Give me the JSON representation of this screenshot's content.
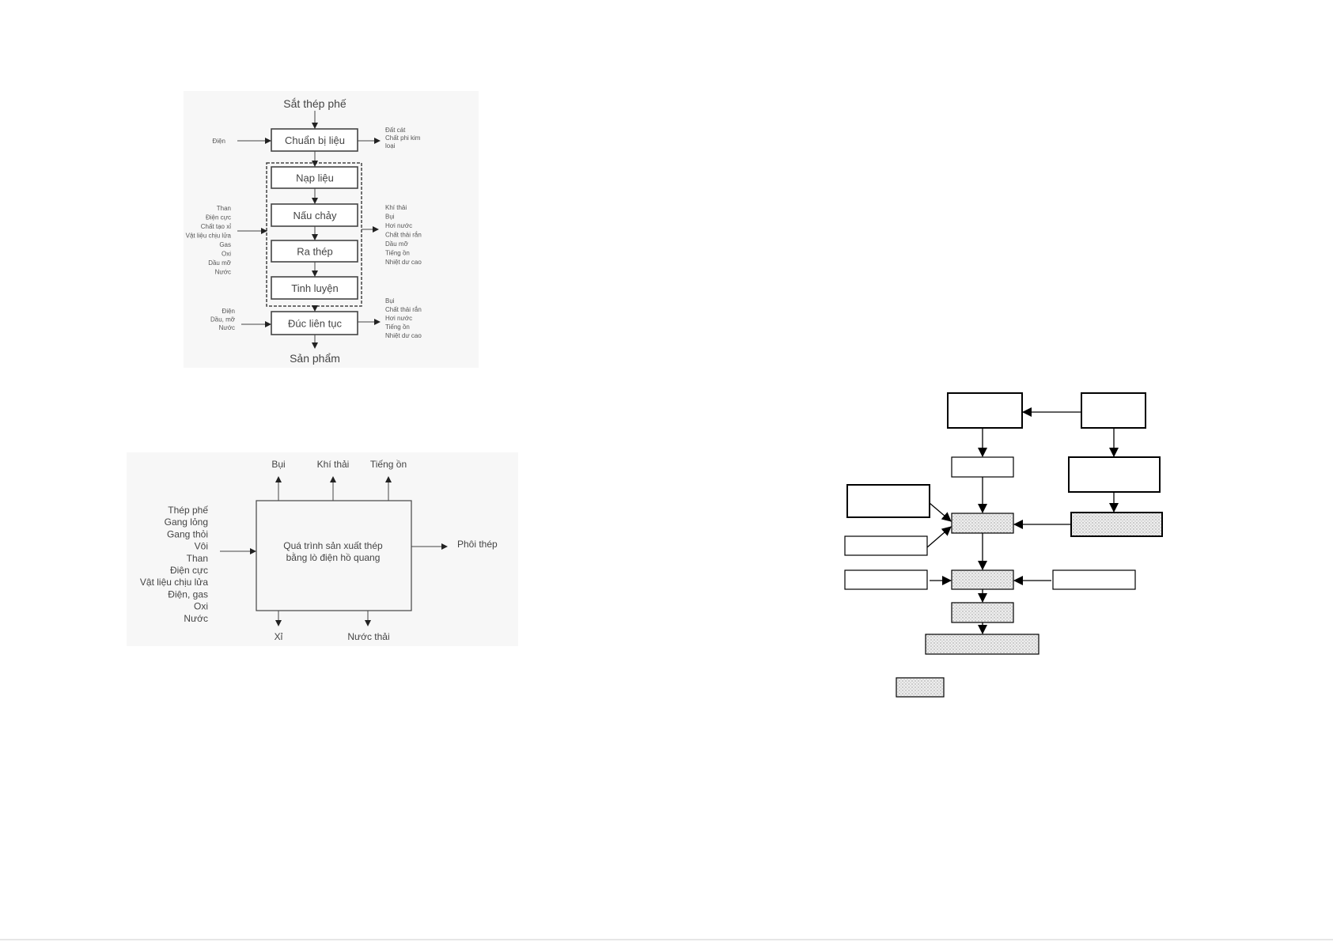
{
  "process_flow": {
    "input_top": "Sắt thép phế",
    "steps": [
      "Chuẩn bị liệu",
      "Nạp liệu",
      "Nấu chảy",
      "Ra thép",
      "Tinh luyện",
      "Đúc liên tục"
    ],
    "output_bottom": "Sản phẩm",
    "prep_input": [
      "Điện"
    ],
    "prep_output": [
      "Đất cát",
      "Chất phi kim",
      "loại"
    ],
    "furnace_inputs": [
      "Than",
      "Điện cực",
      "Chất tạo xỉ",
      "Vật liệu chịu lửa",
      "Gas",
      "Oxi",
      "Dầu mỡ",
      "Nước"
    ],
    "furnace_outputs": [
      "Khí thải",
      "Bụi",
      "Hơi nước",
      "Chất thải rắn",
      "Dầu mỡ",
      "Tiếng ồn",
      "Nhiệt dư cao"
    ],
    "casting_inputs": [
      "Điện",
      "Dầu, mỡ",
      "Nước"
    ],
    "casting_outputs": [
      "Bụi",
      "Chất thải rắn",
      "Hơi nước",
      "Tiếng ồn",
      "Nhiệt dư cao"
    ]
  },
  "io_diagram": {
    "process_label": [
      "Quá trình sản xuất thép",
      "bằng lò điện hồ quang"
    ],
    "inputs": [
      "Thép phế",
      "Gang lỏng",
      "Gang thỏi",
      "Vôi",
      "Than",
      "Điện cực",
      "Vật liệu chịu lửa",
      "Điện, gas",
      "Oxi",
      "Nước"
    ],
    "top_outputs": [
      "Bụi",
      "Khí thải",
      "Tiếng ồn"
    ],
    "bottom_outputs": [
      "Xỉ",
      "Nước thải"
    ],
    "product": "Phôi thép"
  }
}
